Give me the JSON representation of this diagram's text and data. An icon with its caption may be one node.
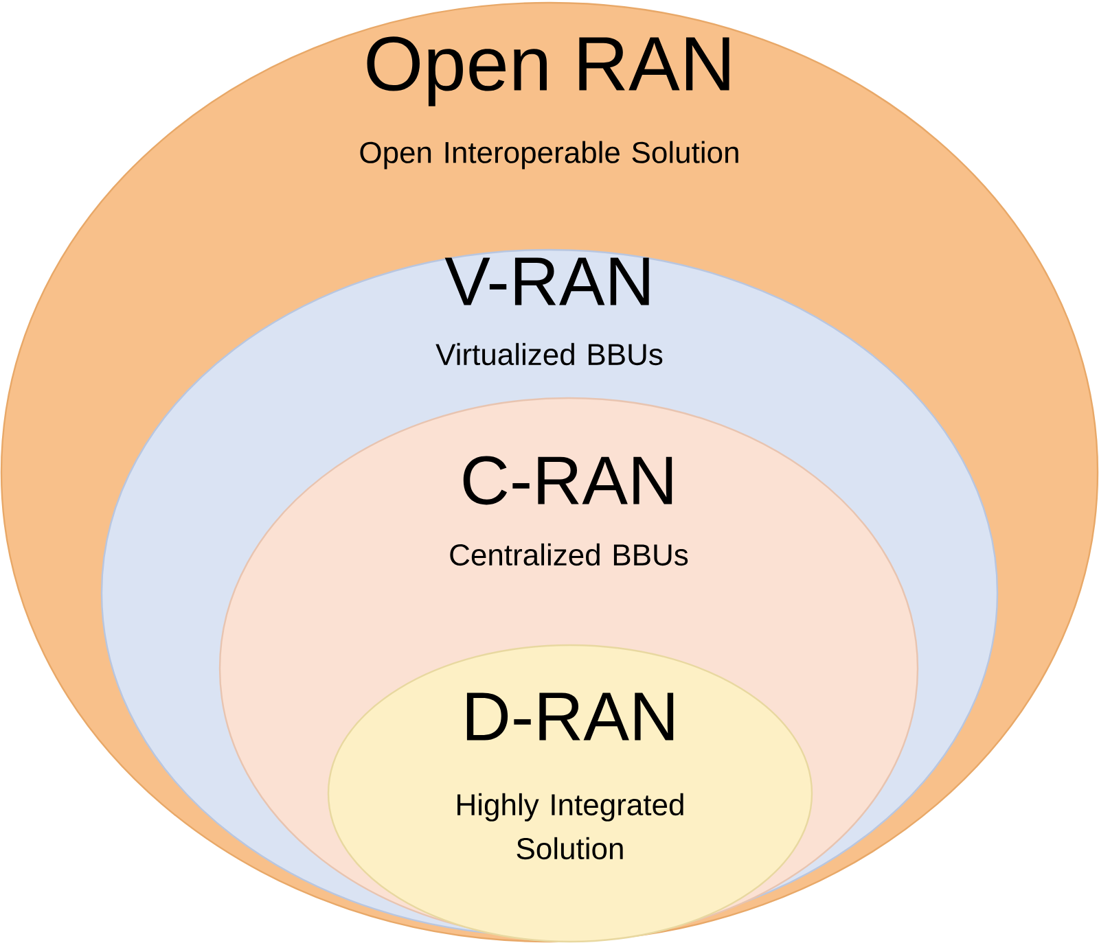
{
  "diagram": {
    "nodes": [
      {
        "text": [
          "Open RAN",
          "Open Interoperable Solution"
        ]
      },
      {
        "text": [
          "V-RAN",
          "Virtualized BBUs"
        ],
        "in": 0
      },
      {
        "text": [
          "C-RAN",
          "Centralized BBUs"
        ],
        "in": 1
      },
      {
        "text": [
          "D-RAN",
          "Highly Integrated Solution"
        ],
        "in": 2
      }
    ]
  }
}
